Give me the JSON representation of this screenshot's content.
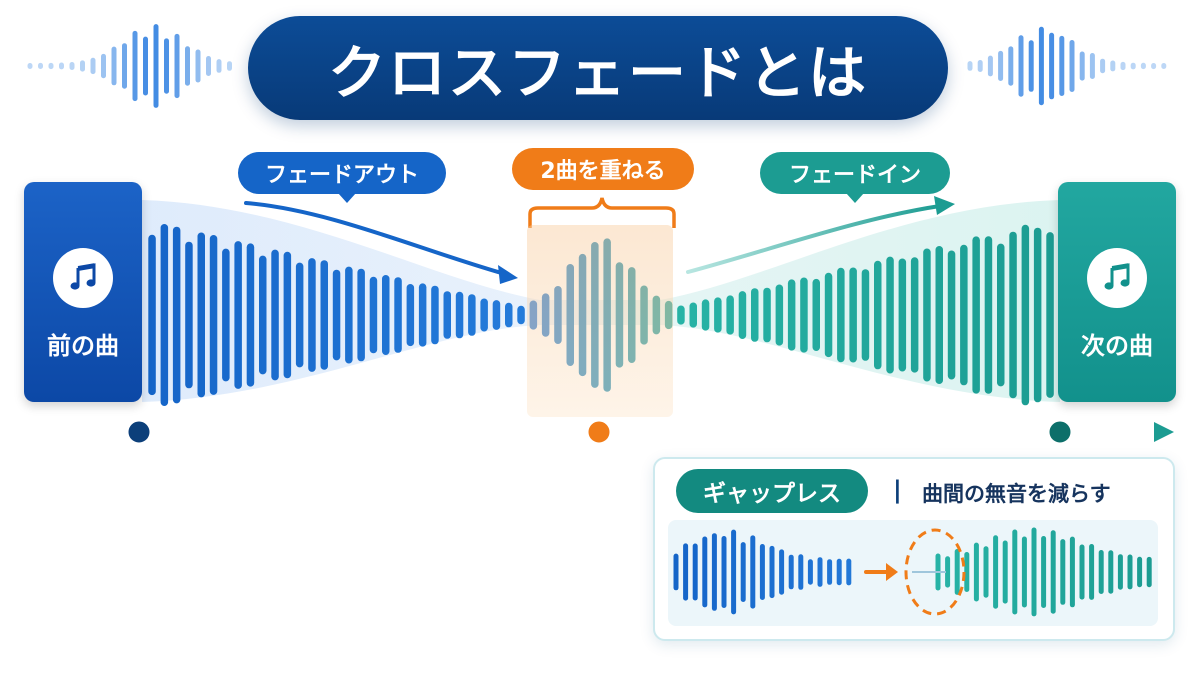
{
  "title": "クロスフェードとは",
  "songs": {
    "previous": {
      "label": "前の曲",
      "icon": "music-note-icon"
    },
    "next": {
      "label": "次の曲",
      "icon": "music-note-icon"
    }
  },
  "phases": {
    "fade_out": "フェードアウト",
    "overlap": "2曲を重ねる",
    "fade_in": "フェードイン"
  },
  "gapless": {
    "tag": "ギャップレス",
    "separator": "|",
    "description": "曲間の無音を減らす"
  },
  "colors": {
    "navy": "#0c4c97",
    "blue": "#1565c8",
    "teal": "#1c9c92",
    "orange": "#f07c18",
    "white": "#ffffff"
  }
}
